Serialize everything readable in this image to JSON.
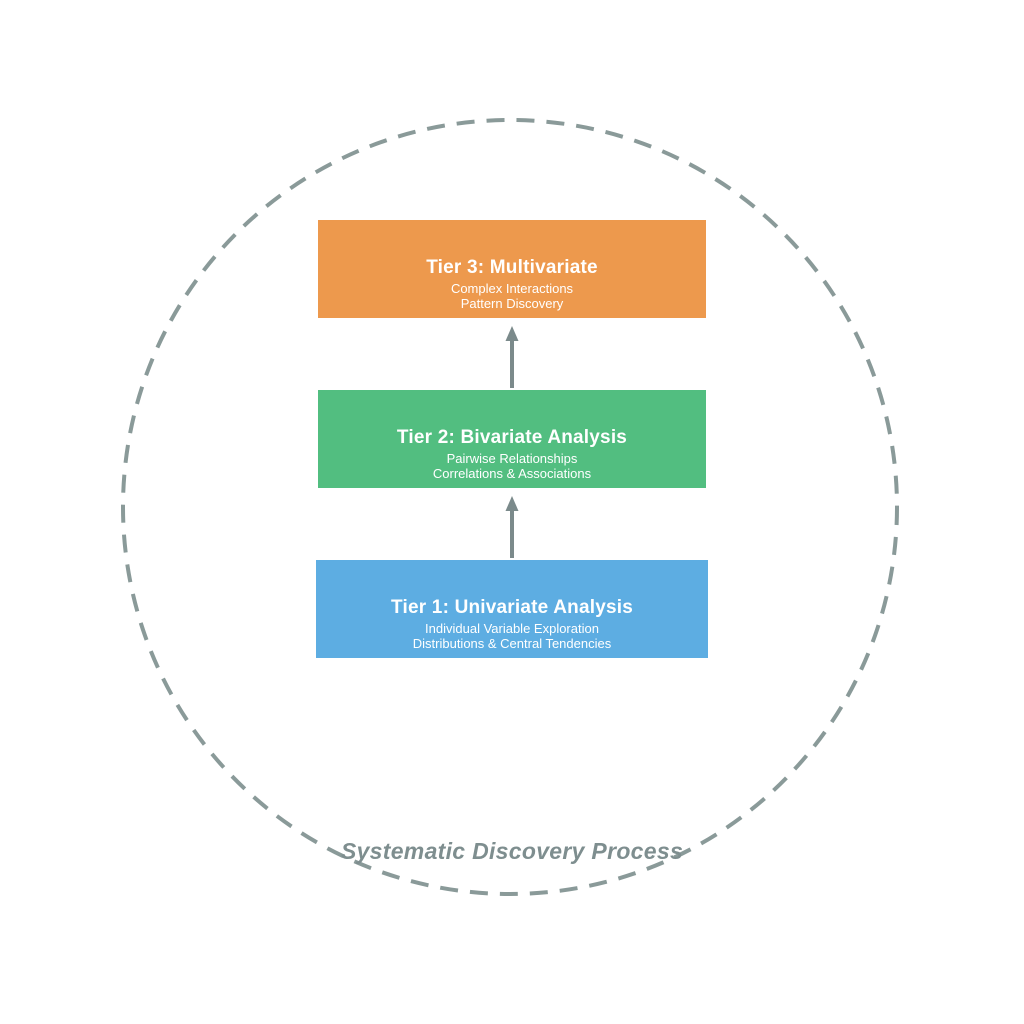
{
  "diagram": {
    "caption": "Systematic Discovery Process",
    "tiers": [
      {
        "id": "tier-3",
        "title": "Tier 3: Multivariate",
        "subtitle1": "Complex Interactions",
        "subtitle2": "Pattern Discovery",
        "color": "#ED994D"
      },
      {
        "id": "tier-2",
        "title": "Tier 2: Bivariate Analysis",
        "subtitle1": "Pairwise Relationships",
        "subtitle2": "Correlations & Associations",
        "color": "#52BE80"
      },
      {
        "id": "tier-1",
        "title": "Tier 1: Univariate Analysis",
        "subtitle1": "Individual Variable Exploration",
        "subtitle2": "Distributions & Central Tendencies",
        "color": "#5DADE2"
      }
    ],
    "colors": {
      "circle_dash": "#8A9A99",
      "arrow": "#7B8A8B",
      "caption_text": "#7E8E8F",
      "box_text": "#FFFFFF"
    }
  }
}
